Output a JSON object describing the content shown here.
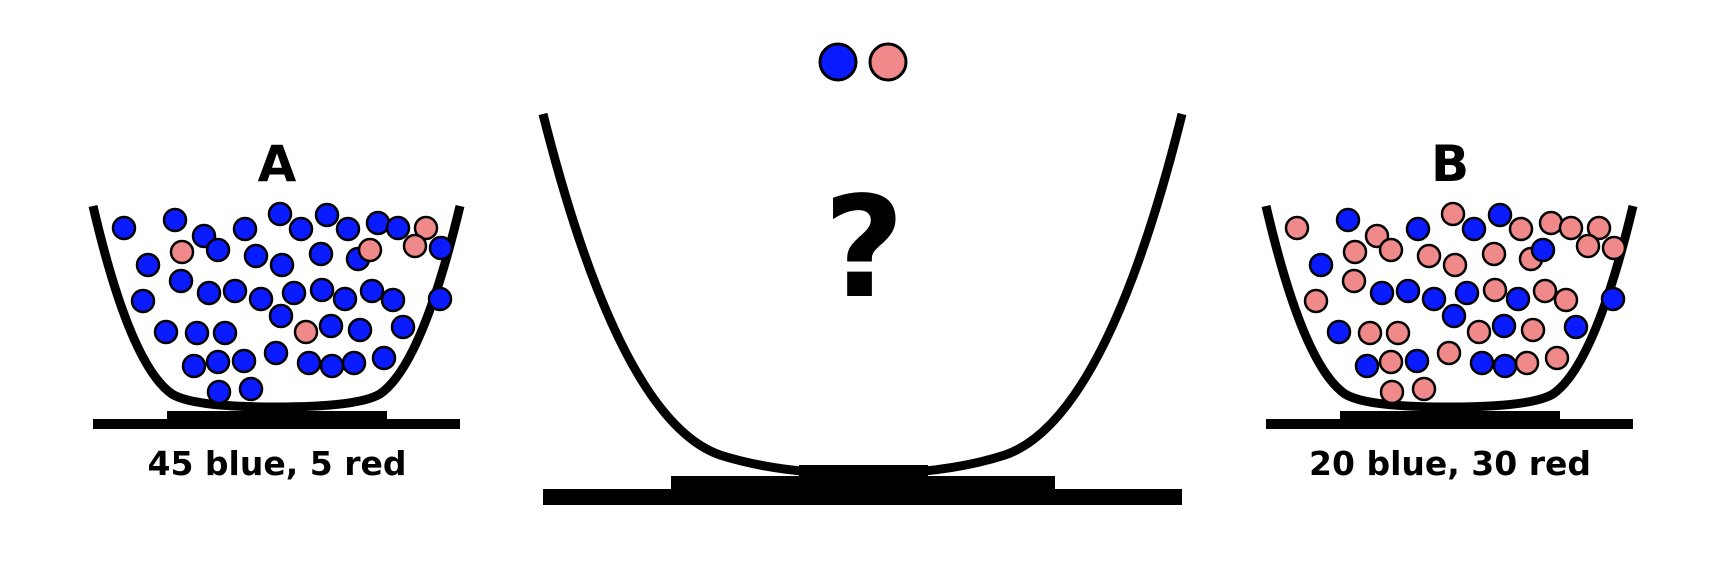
{
  "colors": {
    "blue": "#0a1cff",
    "red": "#f08a8a",
    "ink": "#000000",
    "background": "#ffffff"
  },
  "bowl_a": {
    "title": "A",
    "caption": "45 blue, 5 red",
    "blue_count": 45,
    "red_count": 5
  },
  "bowl_b": {
    "title": "B",
    "caption": "20 blue, 30 red",
    "blue_count": 20,
    "red_count": 30
  },
  "center": {
    "question_mark": "?",
    "sample_balls": [
      "blue",
      "red"
    ]
  }
}
